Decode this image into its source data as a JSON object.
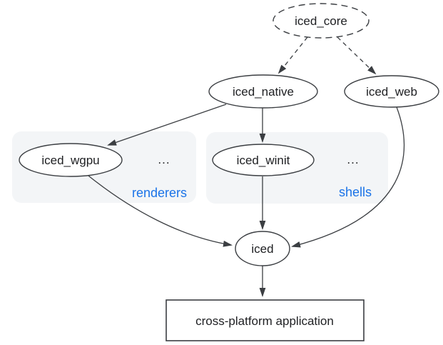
{
  "colors": {
    "background": "#ffffff",
    "stroke": "#3b3e42",
    "text": "#202124",
    "accent_blue": "#1a73e8",
    "group_fill": "#f3f5f7"
  },
  "nodes": {
    "iced_core": {
      "label": "iced_core",
      "shape": "ellipse",
      "border": "dashed"
    },
    "iced_native": {
      "label": "iced_native",
      "shape": "ellipse",
      "border": "solid"
    },
    "iced_web": {
      "label": "iced_web",
      "shape": "ellipse",
      "border": "solid"
    },
    "iced_wgpu": {
      "label": "iced_wgpu",
      "shape": "ellipse",
      "border": "solid"
    },
    "iced_winit": {
      "label": "iced_winit",
      "shape": "ellipse",
      "border": "solid"
    },
    "iced": {
      "label": "iced",
      "shape": "ellipse",
      "border": "solid"
    },
    "app": {
      "label": "cross-platform application",
      "shape": "rectangle",
      "border": "solid"
    }
  },
  "groups": {
    "renderers": {
      "label": "renderers",
      "ellipsis": "...",
      "members": [
        "iced_wgpu"
      ]
    },
    "shells": {
      "label": "shells",
      "ellipsis": "...",
      "members": [
        "iced_winit"
      ]
    }
  },
  "edges": [
    {
      "from": "iced_core",
      "to": "iced_native",
      "style": "dashed"
    },
    {
      "from": "iced_core",
      "to": "iced_web",
      "style": "dashed"
    },
    {
      "from": "iced_native",
      "to": "iced_wgpu",
      "style": "solid"
    },
    {
      "from": "iced_native",
      "to": "iced_winit",
      "style": "solid"
    },
    {
      "from": "iced_wgpu",
      "to": "iced",
      "style": "solid"
    },
    {
      "from": "iced_winit",
      "to": "iced",
      "style": "solid"
    },
    {
      "from": "iced_web",
      "to": "iced",
      "style": "solid"
    },
    {
      "from": "iced",
      "to": "app",
      "style": "solid"
    }
  ]
}
